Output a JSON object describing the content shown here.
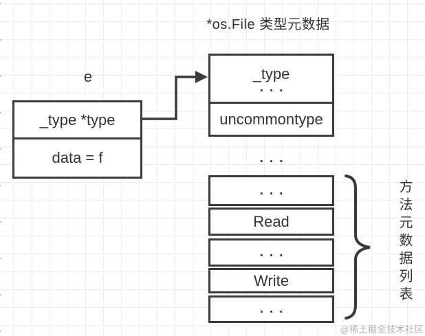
{
  "title": "*os.File 类型元数据",
  "eface": {
    "label": "e",
    "rows": [
      "_type *type",
      "data = f"
    ]
  },
  "typemeta": {
    "row1_label": "_type",
    "row1_dots": "...",
    "row2_label": "uncommontype"
  },
  "gap_dots": "...",
  "methods": {
    "rows": [
      "...",
      "Read",
      "...",
      "Write",
      "..."
    ],
    "brace_label": "方法元数据列表"
  },
  "watermark": "@稀土掘金技术社区",
  "colors": {
    "stroke": "#3a3a3a",
    "text": "#333333",
    "grid": "#ededed",
    "watermark": "#b3b3b3"
  }
}
